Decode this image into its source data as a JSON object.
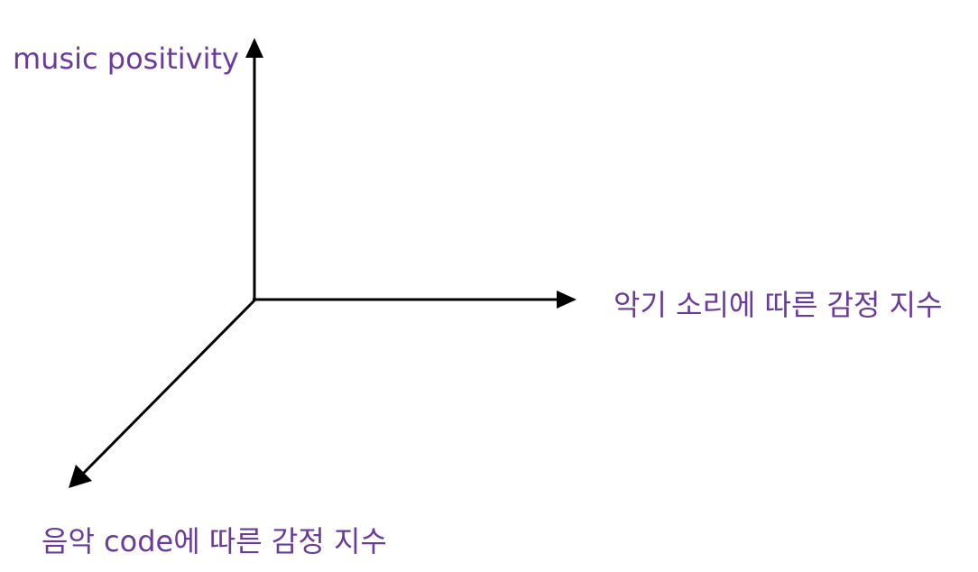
{
  "axes": {
    "vertical": {
      "label": "music positivity"
    },
    "horizontal": {
      "label": "악기 소리에 따른 감정 지수"
    },
    "diagonal": {
      "label": "음악 code에 따른 감정 지수"
    }
  },
  "colors": {
    "label_text": "#6a3a9c",
    "axis_stroke": "#000000",
    "background": "#ffffff"
  }
}
